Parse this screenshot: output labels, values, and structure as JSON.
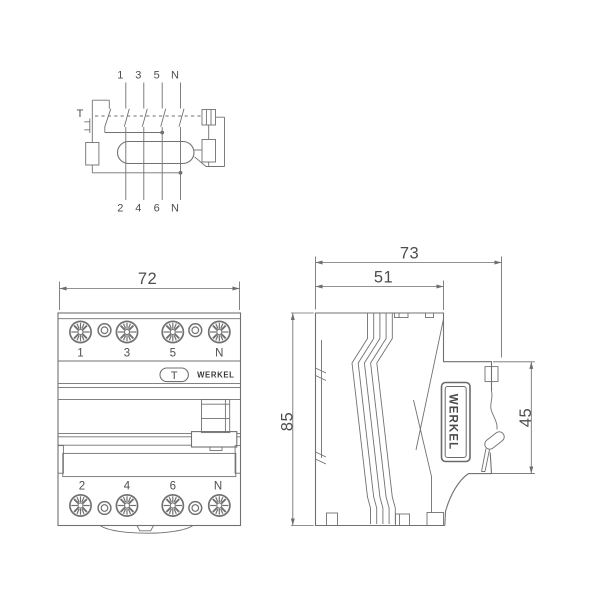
{
  "page": {
    "background": "#ffffff",
    "line_color": "#717171",
    "text_color": "#4e4e4e"
  },
  "schematic": {
    "top_terminals": [
      "1",
      "3",
      "5",
      "N"
    ],
    "bottom_terminals": [
      "2",
      "4",
      "6",
      "N"
    ],
    "test_button_label": "T"
  },
  "front_view": {
    "width_dimension": "72",
    "top_terminals": [
      "1",
      "3",
      "5",
      "N"
    ],
    "bottom_terminals": [
      "2",
      "4",
      "6",
      "N"
    ],
    "test_button_label": "T",
    "brand": "WERKEL"
  },
  "side_view": {
    "depth_dimension": "73",
    "front_depth_dimension": "51",
    "height_dimension": "85",
    "din_recess_dimension": "45",
    "brand_vertical": "WERKEL"
  }
}
